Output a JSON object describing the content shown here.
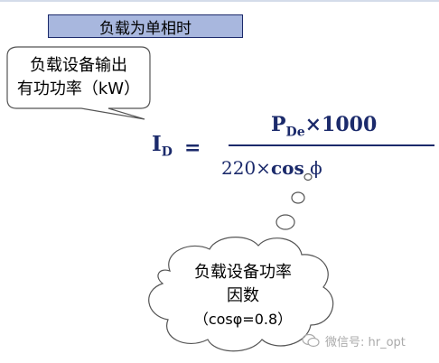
{
  "header": {
    "title": "负载为单相时"
  },
  "callout_top": {
    "line1": "负载设备输出",
    "line2": "有功功率（kW）"
  },
  "formula": {
    "lhs_symbol": "I",
    "lhs_sub": "D",
    "equals": "=",
    "numerator_symbol": "P",
    "numerator_sub": "De",
    "numerator_rest": "×1000",
    "denominator_number": "220×",
    "denominator_func": "cos",
    "denominator_symbol": "ϕ"
  },
  "callout_bottom": {
    "line1": "负载设备功率",
    "line2": "因数",
    "line3": "（cosφ=0.8）"
  },
  "watermark": {
    "text": "微信号: hr_opt"
  },
  "colors": {
    "header_fill": "#a8b7de",
    "header_border": "#1b2a6b",
    "formula": "#1b2a6b",
    "callout_border": "#555555"
  }
}
